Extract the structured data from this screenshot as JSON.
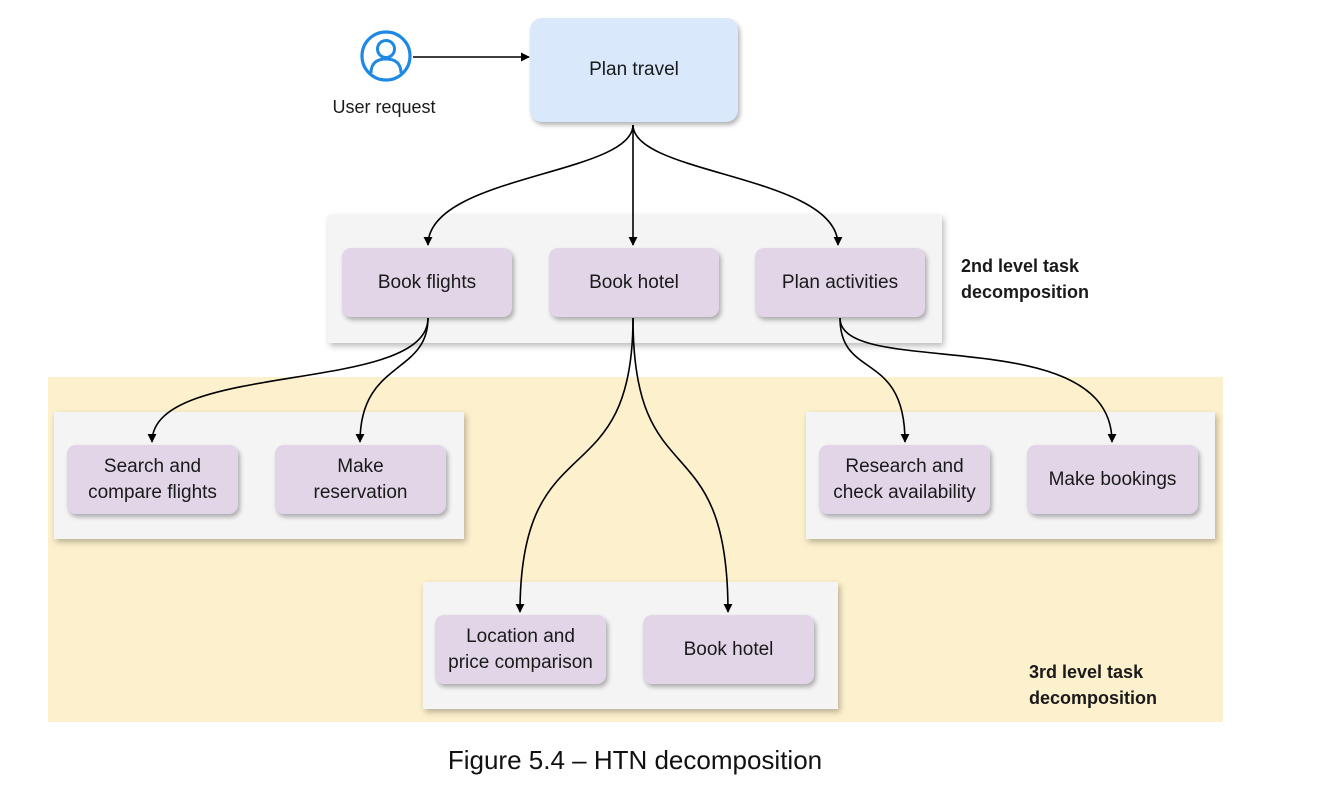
{
  "user": {
    "icon": "user-icon",
    "label": "User request"
  },
  "root": {
    "label": "Plan travel"
  },
  "level2": {
    "label": "2nd level task\ndecomposition",
    "tasks": [
      "Book flights",
      "Book hotel",
      "Plan activities"
    ]
  },
  "level3": {
    "label": "3rd level task\ndecomposition",
    "flights": [
      "Search and\ncompare flights",
      "Make\nreservation"
    ],
    "hotel": [
      "Location and\nprice comparison",
      "Book hotel"
    ],
    "activities": [
      "Research and\ncheck availability",
      "Make bookings"
    ]
  },
  "caption": "Figure 5.4 – HTN decomposition",
  "colors": {
    "root_fill": "#dae8fc",
    "task_fill": "#e1d5e7",
    "group_fill": "#f4f4f4",
    "level3_band": "#fdf0cc",
    "user_icon": "#1e88e5"
  }
}
